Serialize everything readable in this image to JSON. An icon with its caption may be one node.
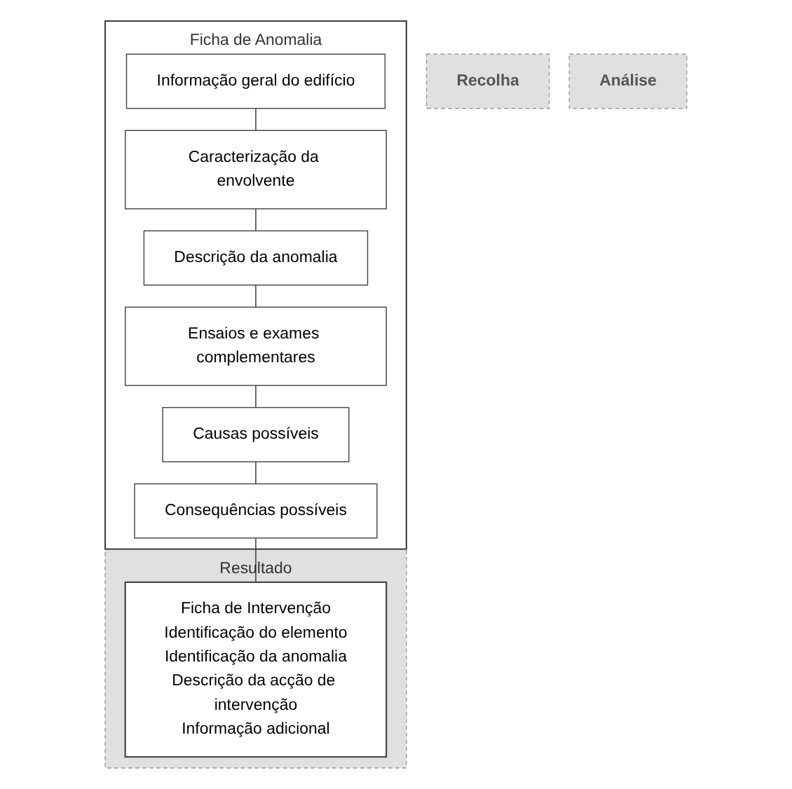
{
  "diagram": {
    "nodes": [
      {
        "text": [
          "Ficha de Anomalia"
        ]
      },
      {
        "text": [
          "Recolha"
        ]
      },
      {
        "text": [
          "Informação geral do edifício"
        ],
        "in": 0
      },
      {
        "text": [
          "Caracterização da envolvente"
        ],
        "in": 0
      },
      {
        "text": [
          "Análise"
        ]
      },
      {
        "text": [
          "Descrição da anomalia"
        ],
        "in": 0
      },
      {
        "text": [
          "Ensaios e exames complementares"
        ],
        "in": 0
      },
      {
        "text": [
          "Resultado"
        ]
      },
      {
        "text": [
          "Causas possíveis"
        ],
        "in": 0
      },
      {
        "text": [
          "Consequências possíveis"
        ],
        "in": 0
      },
      {
        "text": [
          "Ficha de Intervenção",
          "Identificação do elemento",
          "Identificação da anomalia",
          "Descrição da acção de intervenção",
          "Informação adicional"
        ],
        "in": 7
      }
    ],
    "edges": [
      {
        "from": 2,
        "to": 3,
        "arrow": "none"
      },
      {
        "from": 3,
        "to": 5,
        "arrow": "none"
      },
      {
        "from": 5,
        "to": 6,
        "arrow": "none"
      },
      {
        "from": 6,
        "to": 8,
        "arrow": "none"
      },
      {
        "from": 8,
        "to": 9,
        "arrow": "none"
      },
      {
        "from": 9,
        "to": 10,
        "arrow": "none"
      }
    ]
  }
}
